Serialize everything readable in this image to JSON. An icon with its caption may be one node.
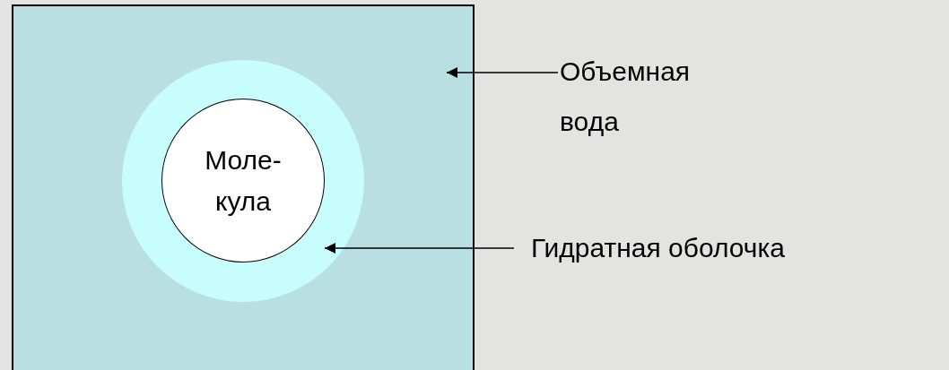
{
  "diagram": {
    "nodes": [
      {
        "text": [],
        "shape": "box"
      },
      {
        "text": [],
        "shape": "circle",
        "in": 0
      },
      {
        "text": [
          "Моле- кула"
        ],
        "in": 1
      },
      {
        "text": [
          "Объемная вода"
        ]
      },
      {
        "text": [
          "Гидратная оболочка"
        ]
      }
    ],
    "edges": [
      {
        "from": 3,
        "to": 0,
        "arrow": "to"
      },
      {
        "from": 4,
        "to": 1,
        "arrow": "to"
      }
    ]
  }
}
